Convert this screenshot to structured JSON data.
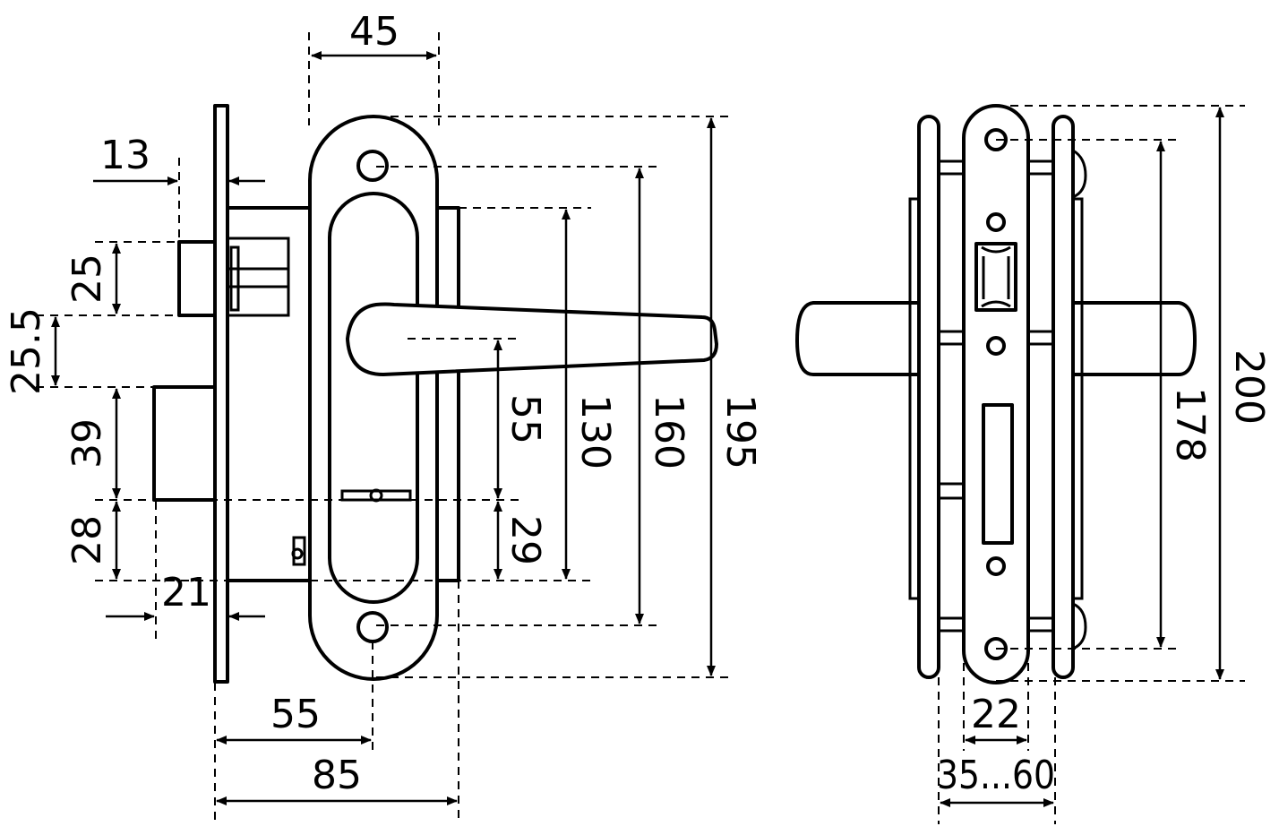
{
  "dimensions": {
    "backset_45": "45",
    "d13": "13",
    "d25": "25",
    "d25_5": "25.5",
    "d39": "39",
    "d28": "28",
    "d21": "21",
    "d55_vertical": "55",
    "d29": "29",
    "d130": "130",
    "d160": "160",
    "d195": "195",
    "d55_bottom": "55",
    "d85": "85",
    "d22": "22",
    "d35_60": "35...60",
    "d178": "178",
    "d200": "200"
  },
  "colors": {
    "line": "#000000",
    "background": "#ffffff"
  }
}
